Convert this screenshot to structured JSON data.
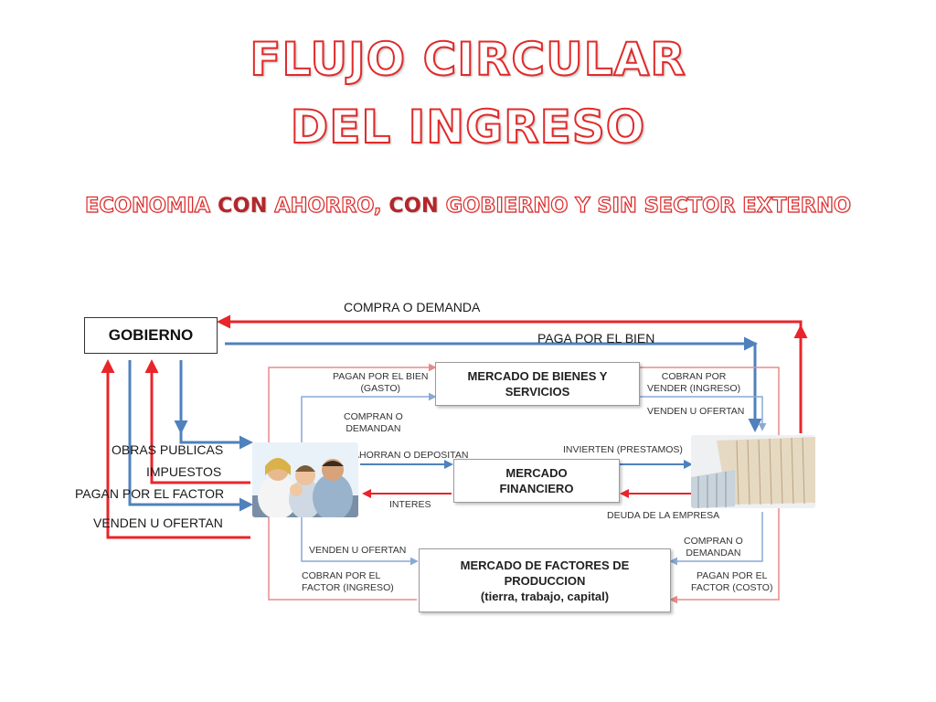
{
  "title": {
    "line1": "FLUJO CIRCULAR",
    "line2": "DEL INGRESO"
  },
  "subtitle": {
    "p1": "ECONOMIA ",
    "p2": "CON",
    "p3": " AHORRO, ",
    "p4": "CON",
    "p5": " GOBIERNO Y SIN SECTOR EXTERNO"
  },
  "gobierno": "GOBIERNO",
  "top_labels": {
    "compra": "COMPRA O DEMANDA",
    "paga": "PAGA POR EL BIEN"
  },
  "left_labels": {
    "obras": "OBRAS PUBLICAS",
    "impuestos": "IMPUESTOS",
    "pagan_factor": "PAGAN POR EL FACTOR",
    "venden": "VENDEN U OFERTAN"
  },
  "markets": {
    "bienes": {
      "line1": "MERCADO DE BIENES Y",
      "line2": "SERVICIOS"
    },
    "financiero": {
      "line1": "MERCADO",
      "line2": "FINANCIERO"
    },
    "factores": {
      "line1": "MERCADO DE FACTORES DE",
      "line2": "PRODUCCION",
      "line3": "(tierra, trabajo, capital)"
    }
  },
  "flow_labels": {
    "pagan_bien_1": "PAGAN POR EL BIEN",
    "pagan_bien_2": "(GASTO)",
    "compran_1": "COMPRAN O",
    "compran_2": "DEMANDAN",
    "cobran_1": "COBRAN POR",
    "cobran_2": "VENDER (INGRESO)",
    "venden_ofertan_top": "VENDEN U OFERTAN",
    "ahorran": "AHORRAN O DEPOSITAN",
    "invierten": "INVIERTEN (PRESTAMOS)",
    "interes": "INTERES",
    "deuda": "DEUDA DE LA EMPRESA",
    "venden_ofertan_bottom": "VENDEN U OFERTAN",
    "cobran_factor_1": "COBRAN POR EL",
    "cobran_factor_2": "FACTOR (INGRESO)",
    "compran_b_1": "COMPRAN O",
    "compran_b_2": "DEMANDAN",
    "pagan_factor_1": "PAGAN POR EL",
    "pagan_factor_2": "FACTOR (COSTO)"
  },
  "colors": {
    "red": "#e8252a",
    "blue": "#4f81bd",
    "title_outline": "#e02a2a"
  }
}
